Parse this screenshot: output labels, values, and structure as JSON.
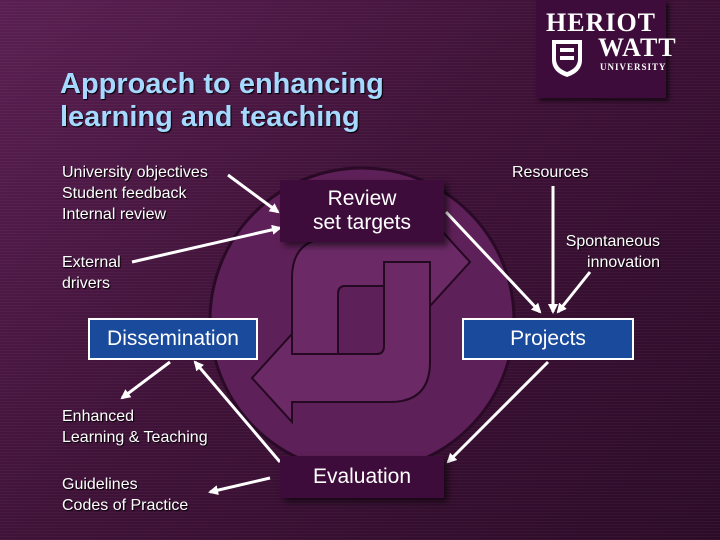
{
  "title": "Approach to enhancing learning and teaching",
  "logo": {
    "line1": "HERIOT",
    "line2": "WATT",
    "line3": "UNIVERSITY"
  },
  "inputs": {
    "objectives": [
      "University objectives",
      "Student feedback",
      "Internal review"
    ],
    "external": [
      "External",
      "drivers"
    ],
    "resources": "Resources",
    "spontaneous": [
      "Spontaneous",
      "innovation"
    ]
  },
  "boxes": {
    "review": [
      "Review",
      "set targets"
    ],
    "dissemination": "Dissemination",
    "projects": "Projects",
    "evaluation": "Evaluation"
  },
  "outputs": {
    "enhanced": [
      "Enhanced",
      "Learning & Teaching"
    ],
    "guidelines": [
      "Guidelines",
      "Codes of Practice"
    ]
  },
  "colors": {
    "title": "#a6d9ff",
    "box": "#1a4a9b",
    "cycle": "#6b2a66",
    "background": "#3f1238"
  }
}
